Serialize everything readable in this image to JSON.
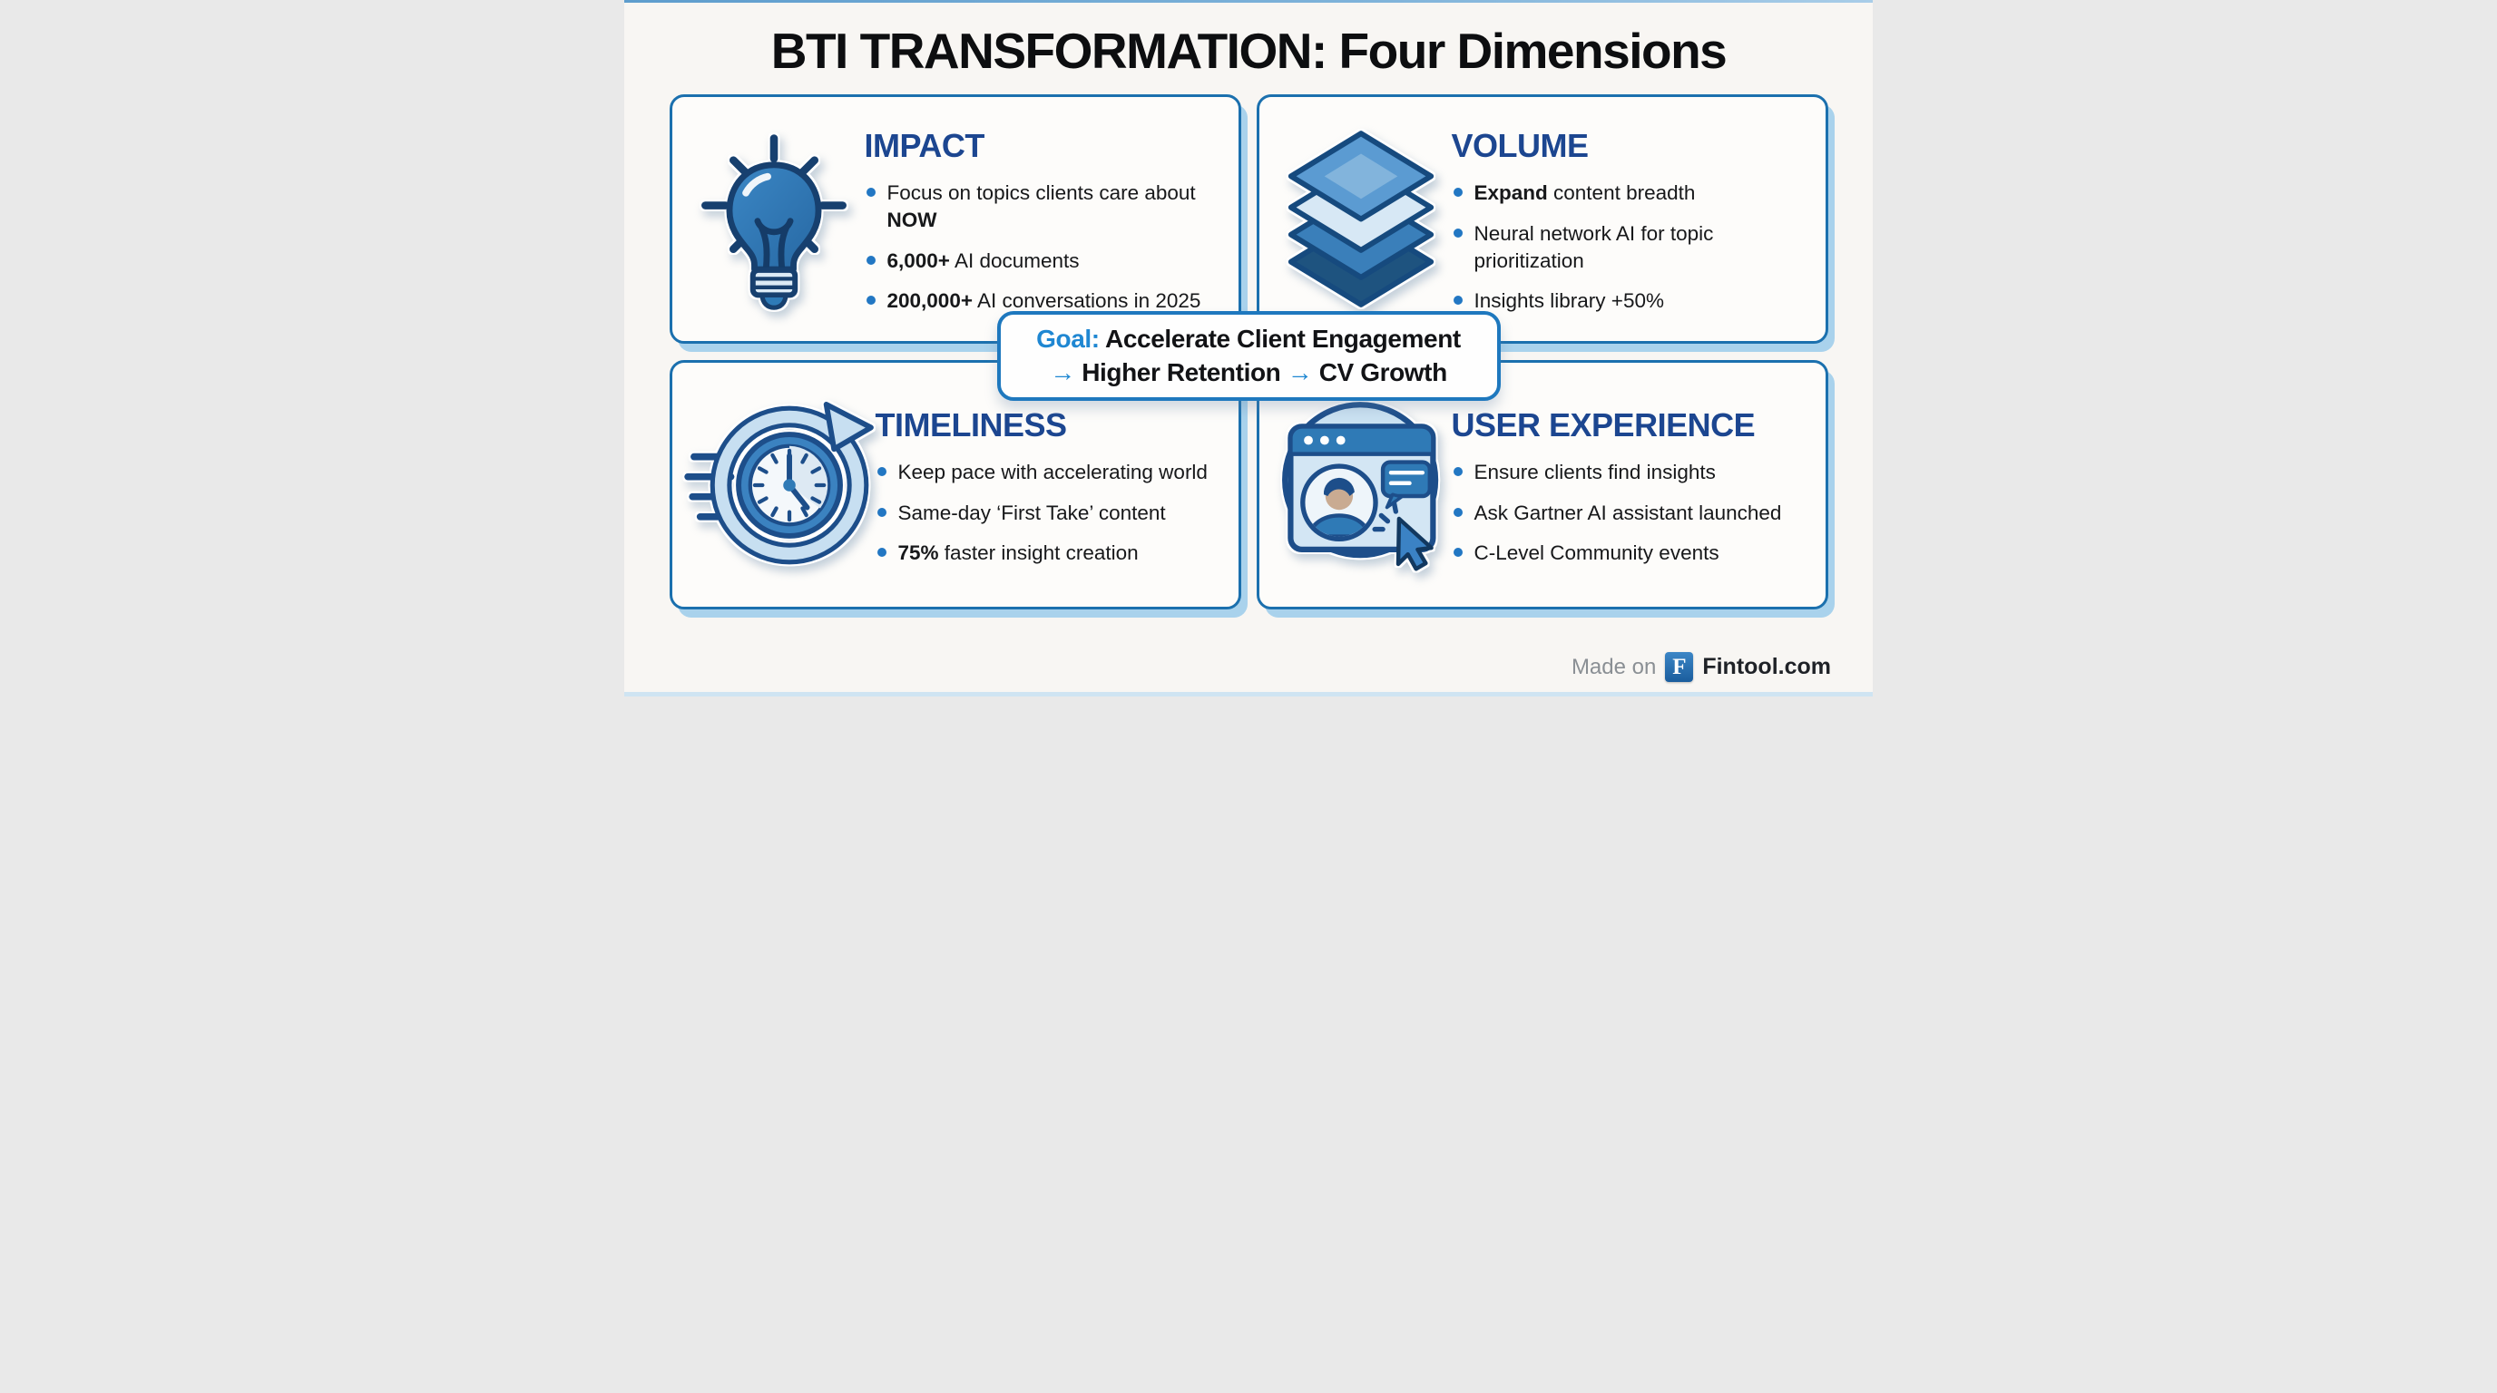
{
  "page": {
    "title": "BTI TRANSFORMATION: Four Dimensions"
  },
  "colors": {
    "panel_border": "#1b70ae",
    "navy_heading": "#1c4690",
    "bright_blue": "#1f87d2",
    "bullet_blue": "#2277c3",
    "shadow_blue": "#a9d2ec"
  },
  "panels": [
    {
      "id": "impact",
      "heading": "IMPACT",
      "icon": "lightbulb-icon",
      "bullets": [
        [
          {
            "t": "Focus on topics clients care about "
          },
          {
            "t": "NOW",
            "b": true
          }
        ],
        [
          {
            "t": "6,000+",
            "b": true
          },
          {
            "t": " AI documents"
          }
        ],
        [
          {
            "t": "200,000+",
            "b": true
          },
          {
            "t": " AI conversations in 2025"
          }
        ]
      ]
    },
    {
      "id": "volume",
      "heading": "VOLUME",
      "icon": "layers-icon",
      "bullets": [
        [
          {
            "t": "Expand",
            "b": true
          },
          {
            "t": " content breadth"
          }
        ],
        [
          {
            "t": "Neural network AI for topic prioritization"
          }
        ],
        [
          {
            "t": "Insights library +50%"
          }
        ]
      ]
    },
    {
      "id": "timeliness",
      "heading": "TIMELINESS",
      "icon": "clock-icon",
      "bullets": [
        [
          {
            "t": "Keep pace with accelerating world"
          }
        ],
        [
          {
            "t": "Same-day ‘First Take’ content"
          }
        ],
        [
          {
            "t": "75%",
            "b": true
          },
          {
            "t": " faster insight creation"
          }
        ]
      ]
    },
    {
      "id": "user-experience",
      "heading": "USER EXPERIENCE",
      "icon": "browser-user-icon",
      "bullets": [
        [
          {
            "t": "Ensure clients find insights"
          }
        ],
        [
          {
            "t": "Ask Gartner AI assistant launched"
          }
        ],
        [
          {
            "t": "C-Level Community events"
          }
        ]
      ]
    }
  ],
  "goal_banner": {
    "line1": [
      {
        "t": "Goal:",
        "b": true,
        "c": "blue"
      },
      {
        "t": " Accelerate Client Engagement",
        "b": true
      }
    ],
    "line2": [
      {
        "t": "→",
        "b": true,
        "c": "blue"
      },
      {
        "t": " Higher Retention ",
        "b": true
      },
      {
        "t": "→",
        "b": true,
        "c": "blue"
      },
      {
        "t": " CV Growth",
        "b": true
      }
    ]
  },
  "footer": {
    "made_on": "Made on",
    "logo_letter": "F",
    "brand": "Fintool.com"
  }
}
